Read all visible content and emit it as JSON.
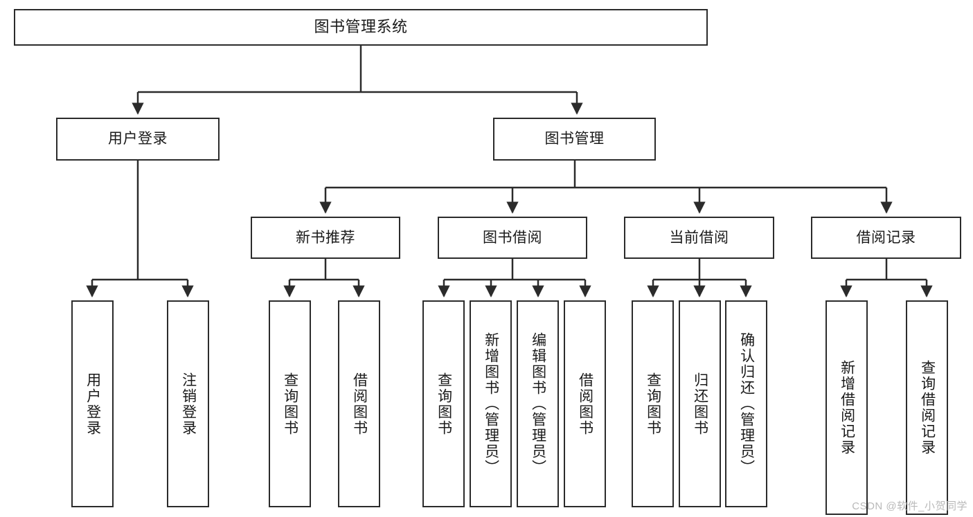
{
  "diagram": {
    "title": "图书管理系统",
    "type": "tree-hierarchy-diagram",
    "watermark": "CSDN @软件_小贺同学",
    "colors": {
      "background": "#ffffff",
      "box_border": "#2b2b2b",
      "box_fill": "#ffffff",
      "text": "#1a1a1a",
      "connector": "#2b2b2b",
      "watermark": "#b9b9b9"
    }
  },
  "nodes": {
    "root": {
      "label": "图书管理系统"
    },
    "level1": [
      {
        "label": "用户登录"
      },
      {
        "label": "图书管理"
      }
    ],
    "level2": [
      {
        "label": "新书推荐"
      },
      {
        "label": "图书借阅"
      },
      {
        "label": "当前借阅"
      },
      {
        "label": "借阅记录"
      }
    ],
    "leaves": {
      "user_login": [
        {
          "label": "用户登录"
        },
        {
          "label": "注销登录"
        }
      ],
      "new_book_recommend": [
        {
          "label": "查询图书"
        },
        {
          "label": "借阅图书"
        }
      ],
      "book_borrow": [
        {
          "label": "查询图书"
        },
        {
          "label": "新增图书（管理员）"
        },
        {
          "label": "编辑图书（管理员）"
        },
        {
          "label": "借阅图书"
        }
      ],
      "current_borrow": [
        {
          "label": "查询图书"
        },
        {
          "label": "归还图书"
        },
        {
          "label": "确认归还（管理员）"
        }
      ],
      "borrow_record": [
        {
          "label": "新增借阅记录"
        },
        {
          "label": "查询借阅记录"
        }
      ]
    }
  }
}
